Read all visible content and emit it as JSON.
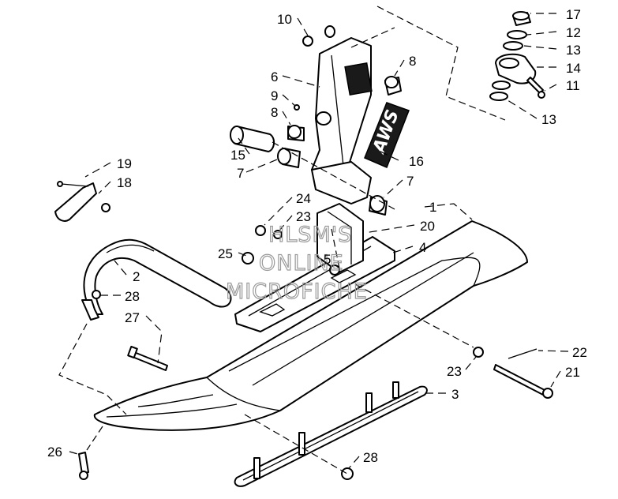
{
  "watermark": {
    "line1": "HLSM'S",
    "line2": "ONLINE",
    "line3": "MICROFICHE"
  },
  "logo_text": "AWS",
  "callouts": [
    {
      "id": "c17",
      "text": "17"
    },
    {
      "id": "c12",
      "text": "12"
    },
    {
      "id": "c13a",
      "text": "13"
    },
    {
      "id": "c14",
      "text": "14"
    },
    {
      "id": "c11",
      "text": "11"
    },
    {
      "id": "c13b",
      "text": "13"
    },
    {
      "id": "c10",
      "text": "10"
    },
    {
      "id": "c8a",
      "text": "8"
    },
    {
      "id": "c6",
      "text": "6"
    },
    {
      "id": "c9",
      "text": "9"
    },
    {
      "id": "c8b",
      "text": "8"
    },
    {
      "id": "c15",
      "text": "15"
    },
    {
      "id": "c16",
      "text": "16"
    },
    {
      "id": "c7a",
      "text": "7"
    },
    {
      "id": "c7b",
      "text": "7"
    },
    {
      "id": "c19",
      "text": "19"
    },
    {
      "id": "c18",
      "text": "18"
    },
    {
      "id": "c24",
      "text": "24"
    },
    {
      "id": "c23a",
      "text": "23"
    },
    {
      "id": "c1",
      "text": "1"
    },
    {
      "id": "c20",
      "text": "20"
    },
    {
      "id": "c25",
      "text": "25"
    },
    {
      "id": "c5",
      "text": "5"
    },
    {
      "id": "c4",
      "text": "4"
    },
    {
      "id": "c2",
      "text": "2"
    },
    {
      "id": "c28a",
      "text": "28"
    },
    {
      "id": "c27",
      "text": "27"
    },
    {
      "id": "c22",
      "text": "22"
    },
    {
      "id": "c23b",
      "text": "23"
    },
    {
      "id": "c21",
      "text": "21"
    },
    {
      "id": "c3",
      "text": "3"
    },
    {
      "id": "c26",
      "text": "26"
    },
    {
      "id": "c28b",
      "text": "28"
    }
  ]
}
